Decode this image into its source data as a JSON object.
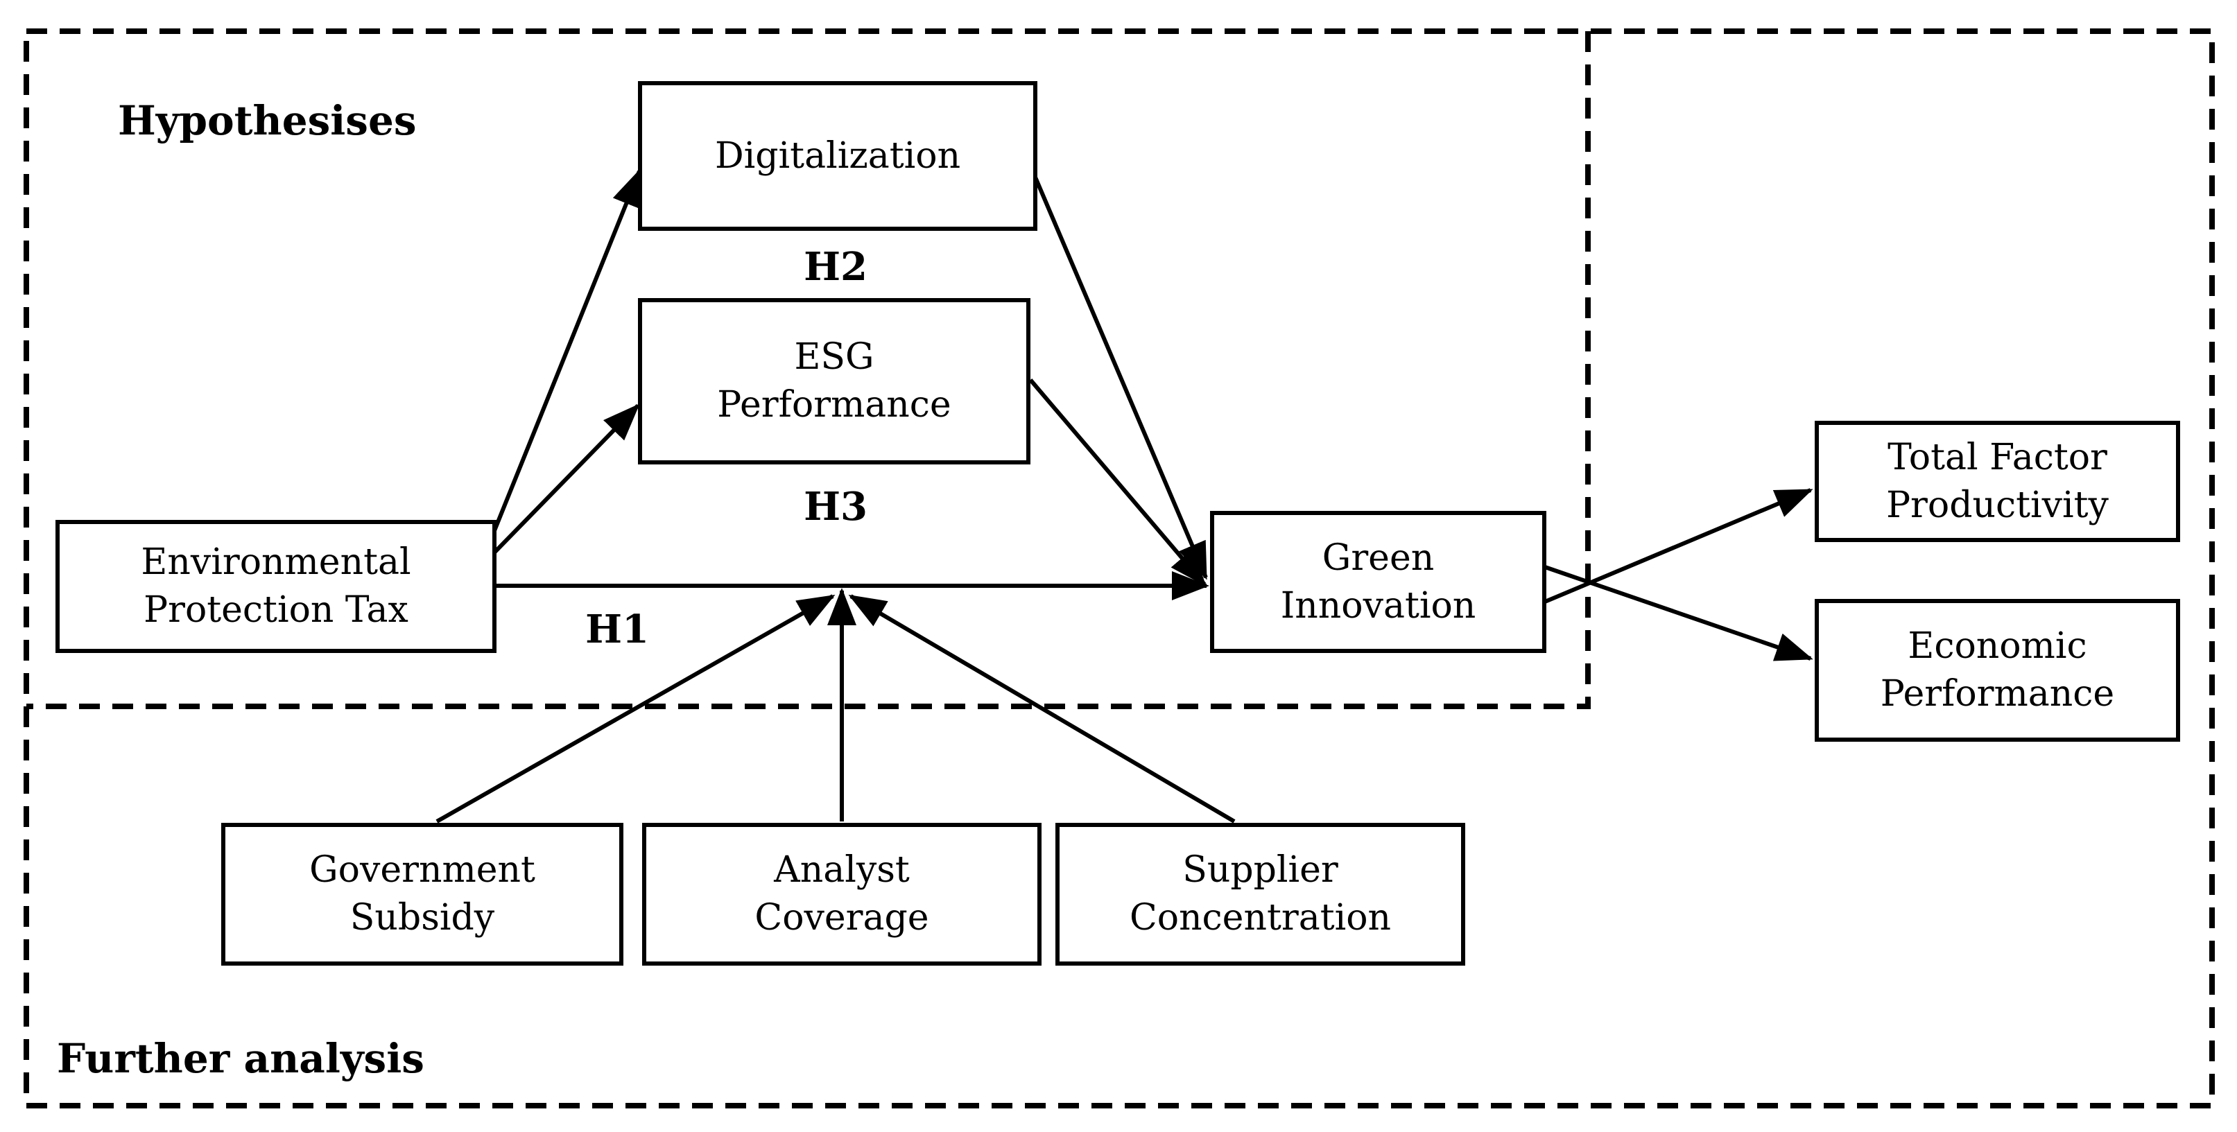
{
  "figure": {
    "type": "research-model-diagram",
    "colors": {
      "background": "#ffffff",
      "stroke": "#000000",
      "text": "#000000"
    }
  },
  "sections": {
    "hypotheses": {
      "label": "Hypothesises"
    },
    "further_analysis": {
      "label": "Further analysis"
    }
  },
  "hypothesis_labels": {
    "h1": "H1",
    "h2": "H2",
    "h3": "H3"
  },
  "nodes": {
    "digitalization": {
      "lines": [
        "Digitalization"
      ]
    },
    "esg_performance": {
      "lines": [
        "ESG",
        "Performance"
      ]
    },
    "environmental_protection_tax": {
      "lines": [
        "Environmental",
        "Protection Tax"
      ]
    },
    "green_innovation": {
      "lines": [
        "Green",
        "Innovation"
      ]
    },
    "total_factor_productivity": {
      "lines": [
        "Total Factor",
        "Productivity"
      ]
    },
    "economic_performance": {
      "lines": [
        "Economic",
        "Performance"
      ]
    },
    "government_subsidy": {
      "lines": [
        "Government",
        "Subsidy"
      ]
    },
    "analyst_coverage": {
      "lines": [
        "Analyst",
        "Coverage"
      ]
    },
    "supplier_concentration": {
      "lines": [
        "Supplier",
        "Concentration"
      ]
    }
  },
  "edges": [
    {
      "from": "environmental_protection_tax",
      "to": "digitalization",
      "arrow": true
    },
    {
      "from": "environmental_protection_tax",
      "to": "esg_performance",
      "arrow": true
    },
    {
      "from": "environmental_protection_tax",
      "to": "green_innovation",
      "arrow": true,
      "label": "H1"
    },
    {
      "from": "digitalization",
      "to": "green_innovation",
      "arrow": true,
      "label": "H2"
    },
    {
      "from": "esg_performance",
      "to": "green_innovation",
      "arrow": true,
      "label": "H3"
    },
    {
      "from": "green_innovation",
      "to": "total_factor_productivity",
      "arrow": true
    },
    {
      "from": "green_innovation",
      "to": "economic_performance",
      "arrow": true
    },
    {
      "from": "government_subsidy",
      "to": "h1-path",
      "arrow": true
    },
    {
      "from": "analyst_coverage",
      "to": "h1-path",
      "arrow": true
    },
    {
      "from": "supplier_concentration",
      "to": "h1-path",
      "arrow": true
    }
  ]
}
